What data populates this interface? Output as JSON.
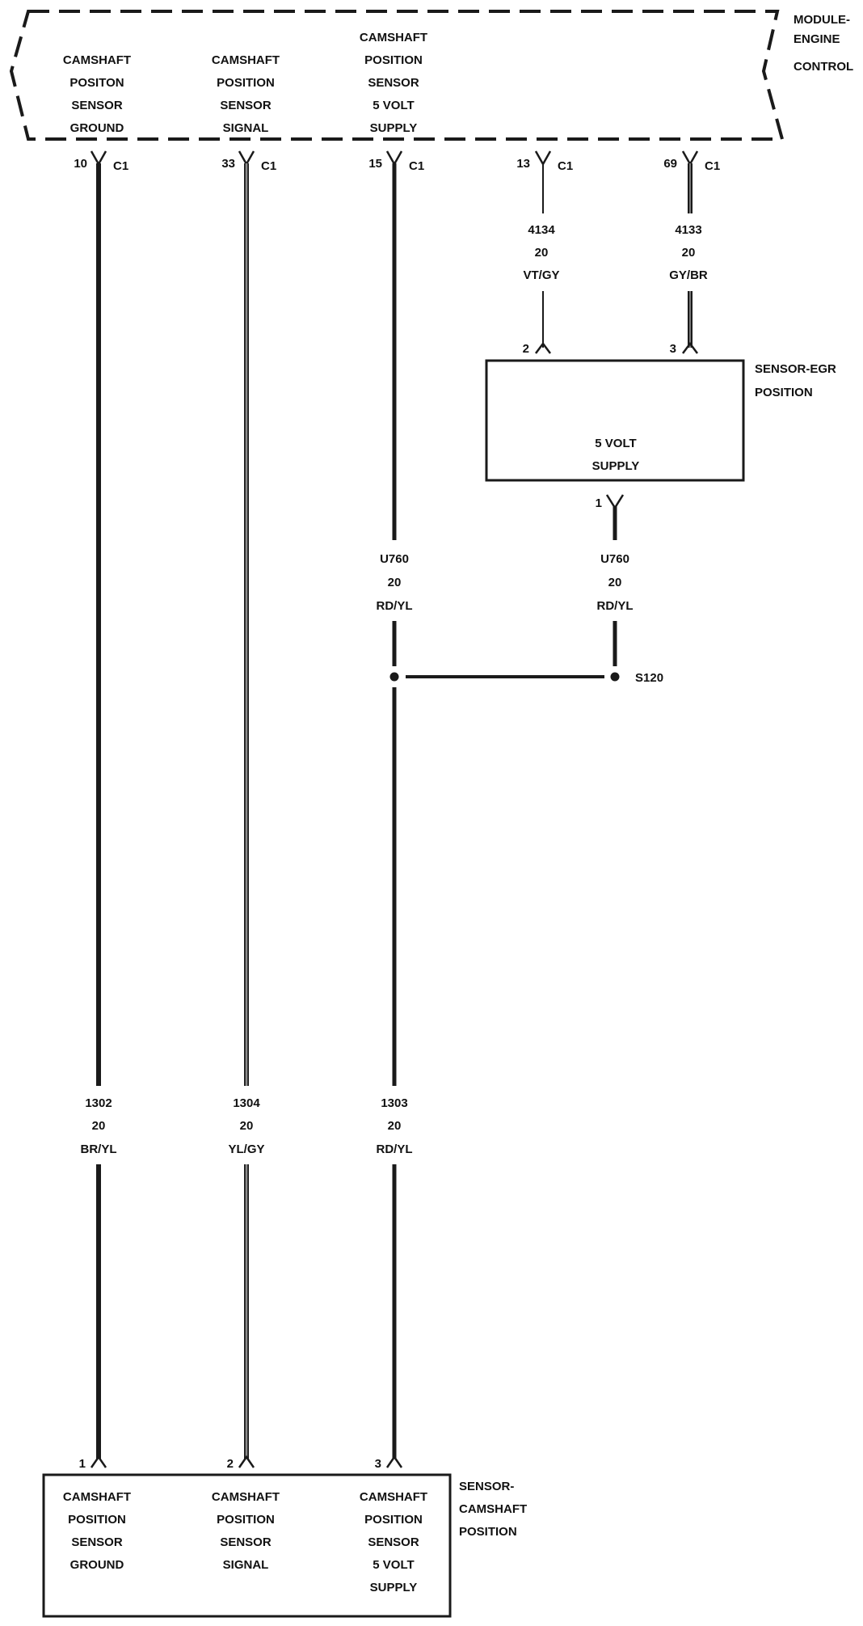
{
  "colors": {
    "line": "#1a1a1a",
    "wire_gray": "#7a7a7a",
    "background": "#ffffff"
  },
  "module": {
    "name": [
      "MODULE-",
      "ENGINE",
      "CONTROL"
    ],
    "pins": [
      {
        "label": [
          "CAMSHAFT",
          "POSITON",
          "SENSOR",
          "GROUND"
        ],
        "pin": "10",
        "connector": "C1"
      },
      {
        "label": [
          "CAMSHAFT",
          "POSITION",
          "SENSOR",
          "SIGNAL"
        ],
        "pin": "33",
        "connector": "C1"
      },
      {
        "label": [
          "CAMSHAFT",
          "POSITION",
          "SENSOR",
          "5 VOLT",
          "SUPPLY"
        ],
        "pin": "15",
        "connector": "C1"
      },
      {
        "label": [],
        "pin": "13",
        "connector": "C1"
      },
      {
        "label": [],
        "pin": "69",
        "connector": "C1"
      }
    ]
  },
  "egr_sensor": {
    "name": [
      "SENSOR-EGR",
      "POSITION"
    ],
    "label": [
      "5 VOLT",
      "SUPPLY"
    ],
    "pins": {
      "in_left": "2",
      "in_right": "3",
      "out": "1"
    }
  },
  "wires": {
    "w4134": {
      "circuit": "4134",
      "gauge": "20",
      "color": "VT/GY"
    },
    "w4133": {
      "circuit": "4133",
      "gauge": "20",
      "color": "GY/BR"
    },
    "u760_a": {
      "circuit": "U760",
      "gauge": "20",
      "color": "RD/YL"
    },
    "u760_b": {
      "circuit": "U760",
      "gauge": "20",
      "color": "RD/YL"
    },
    "w1302": {
      "circuit": "1302",
      "gauge": "20",
      "color": "BR/YL"
    },
    "w1304": {
      "circuit": "1304",
      "gauge": "20",
      "color": "YL/GY"
    },
    "w1303": {
      "circuit": "1303",
      "gauge": "20",
      "color": "RD/YL"
    }
  },
  "splice": {
    "name": "S120"
  },
  "cam_sensor": {
    "name": [
      "SENSOR-",
      "CAMSHAFT",
      "POSITION"
    ],
    "pins": [
      {
        "pin": "1",
        "label": [
          "CAMSHAFT",
          "POSITION",
          "SENSOR",
          "GROUND"
        ]
      },
      {
        "pin": "2",
        "label": [
          "CAMSHAFT",
          "POSITION",
          "SENSOR",
          "SIGNAL"
        ]
      },
      {
        "pin": "3",
        "label": [
          "CAMSHAFT",
          "POSITION",
          "SENSOR",
          "5 VOLT",
          "SUPPLY"
        ]
      }
    ]
  }
}
